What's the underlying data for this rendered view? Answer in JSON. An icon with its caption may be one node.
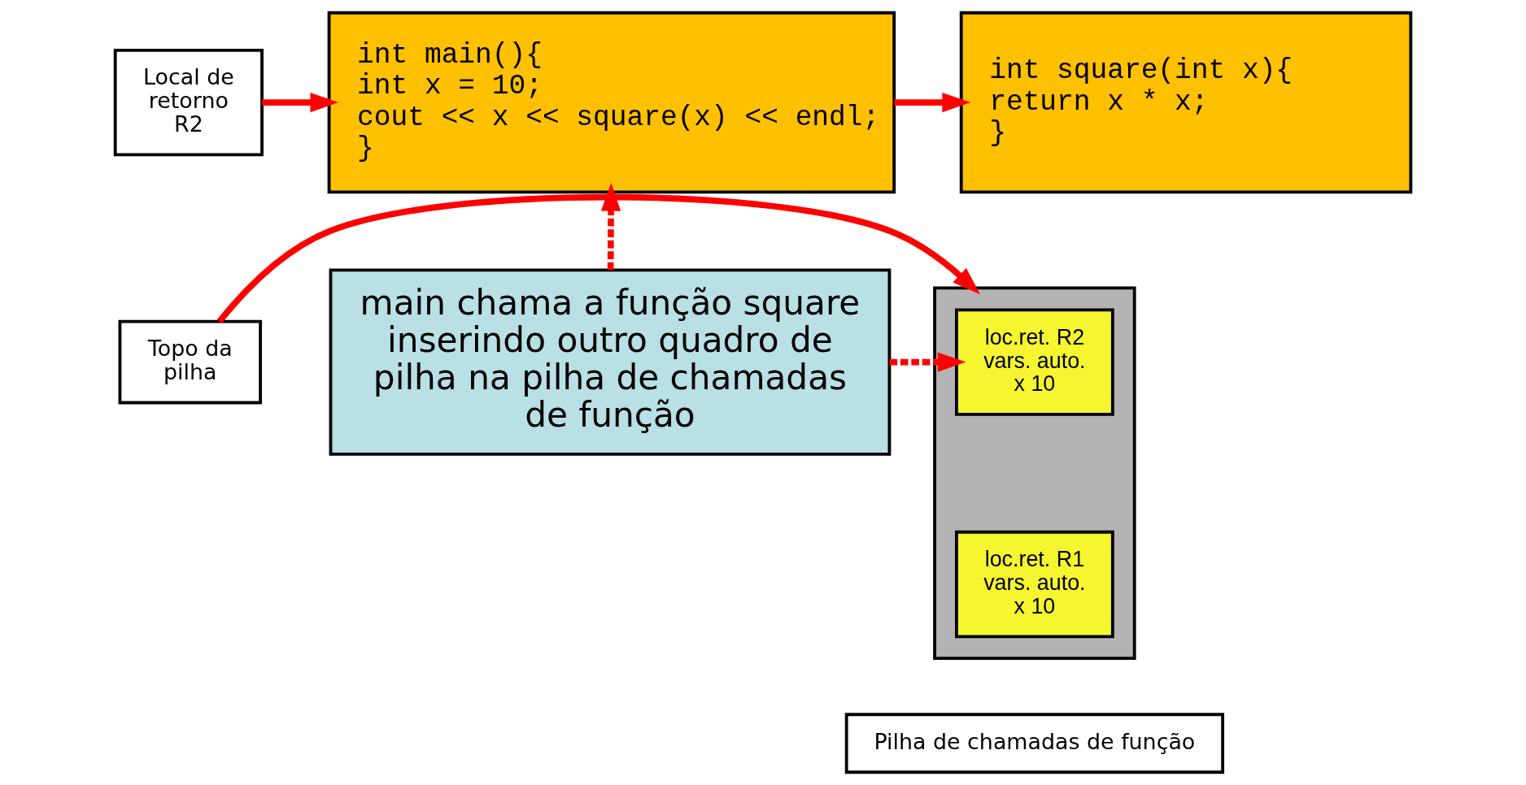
{
  "diagram": {
    "nodes": [
      {
        "text": [
          "Local de retorno R2"
        ]
      },
      {
        "text": [
          "int main(){",
          "int x = 10;",
          "cout << x << square(x) << endl;",
          "}"
        ]
      },
      {
        "text": [
          "int square(int x){",
          "return x * x;",
          "}"
        ]
      },
      {
        "text": [
          "Topo da pilha"
        ]
      },
      {
        "text": [],
        "shape": "box"
      },
      {
        "text": [
          "loc.ret. R2",
          "vars. auto.",
          "x 10"
        ],
        "in": 4
      },
      {
        "text": [
          "loc.ret. R1",
          "vars. auto.",
          "x 10"
        ],
        "in": 4
      },
      {
        "text": [
          "main chama a função square inserindo outro quadro de pilha na pilha de chamadas de função"
        ]
      },
      {
        "text": [
          "Pilha de chamadas de função"
        ]
      }
    ],
    "edges": [
      {
        "from": 0,
        "to": 1,
        "arrow": "to"
      },
      {
        "from": 1,
        "to": 2,
        "arrow": "to"
      },
      {
        "from": 3,
        "to": 4,
        "arrow": "to"
      },
      {
        "from": 7,
        "to": 1,
        "arrow": "to",
        "style": "dashed"
      },
      {
        "from": 7,
        "to": 5,
        "arrow": "to",
        "style": "dashed"
      }
    ]
  }
}
